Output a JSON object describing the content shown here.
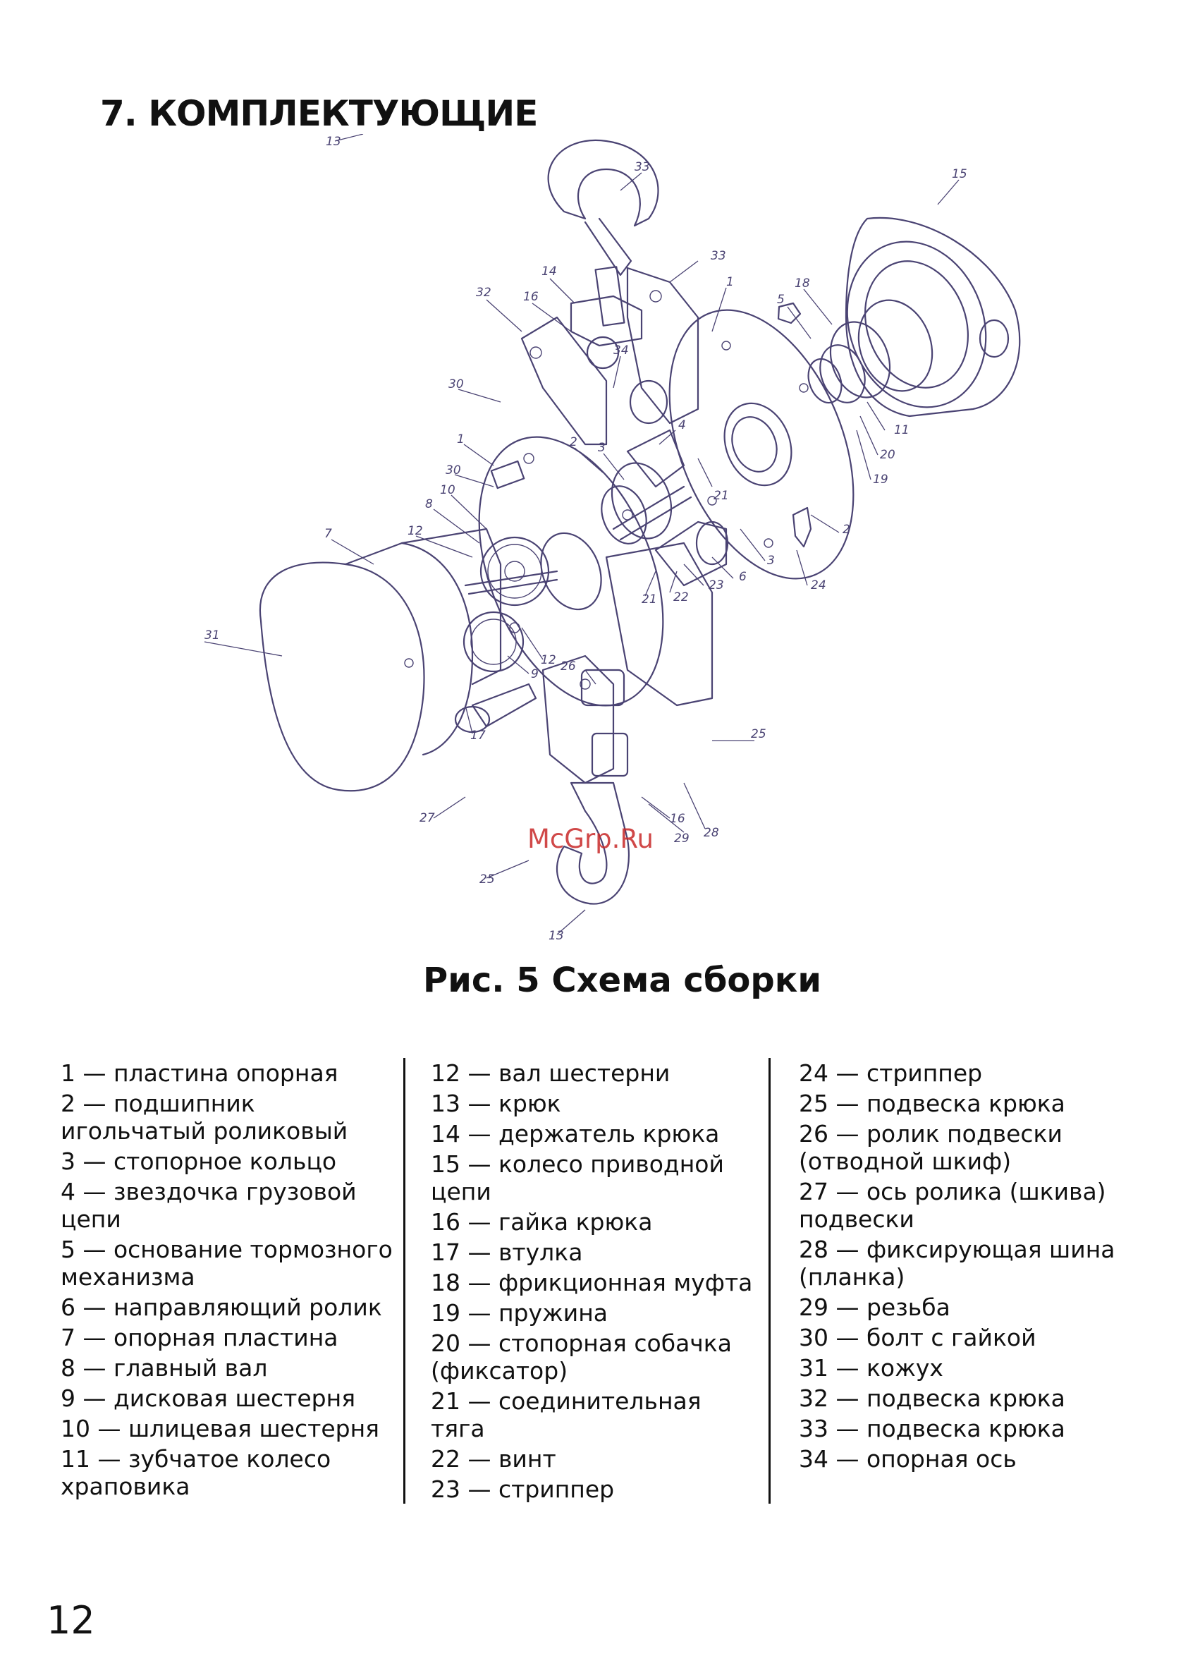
{
  "section_title": "7. КОМПЛЕКТУЮЩИЕ",
  "figure_caption": "Рис. 5 Схема сборки",
  "watermark": "McGrp.Ru",
  "page_number": "12",
  "callouts": [
    "13",
    "33",
    "15",
    "14",
    "16",
    "32",
    "34",
    "33",
    "1",
    "18",
    "5",
    "30",
    "11",
    "20",
    "19",
    "1",
    "30",
    "2",
    "3",
    "4",
    "21",
    "10",
    "8",
    "12",
    "7",
    "2",
    "3",
    "24",
    "6",
    "23",
    "22",
    "21",
    "31",
    "12",
    "9",
    "26",
    "17",
    "25",
    "27",
    "16",
    "28",
    "29",
    "25",
    "13"
  ],
  "parts": {
    "col1": [
      "1 — пластина опорная",
      "2  — подшипник игольчатый роликовый",
      "3 — стопорное кольцо",
      "4 — звездочка грузовой цепи",
      "5 — основание тормозного механизма",
      "6 — направляющий ролик",
      "7 — опорная пластина",
      "8 — главный вал",
      "9 — дисковая шестерня",
      "10 — шлицевая шестерня",
      "11 — зубчатое колесо храповика"
    ],
    "col2": [
      "12 — вал шестерни",
      "13 — крюк",
      "14 — держатель крюка",
      "15 — колесо приводной цепи",
      "16 — гайка крюка",
      "17 — втулка",
      "18 — фрикционная муфта",
      "19 — пружина",
      "20 — стопорная собачка (фиксатор)",
      "21 — соединительная тяга",
      "22 — винт",
      "23 — стриппер"
    ],
    "col3": [
      "24 — стриппер",
      "25 — подвеска крюка",
      "26 — ролик подвески (отводной шкиф)",
      "27 — ось ролика (шкива) подвески",
      "28 — фиксирующая шина (планка)",
      "29 — резьба",
      "30 — болт с гайкой",
      "31 — кожух",
      "32 — подвеска крюка",
      "33 — подвеска крюка",
      "34 — опорная ось"
    ]
  }
}
